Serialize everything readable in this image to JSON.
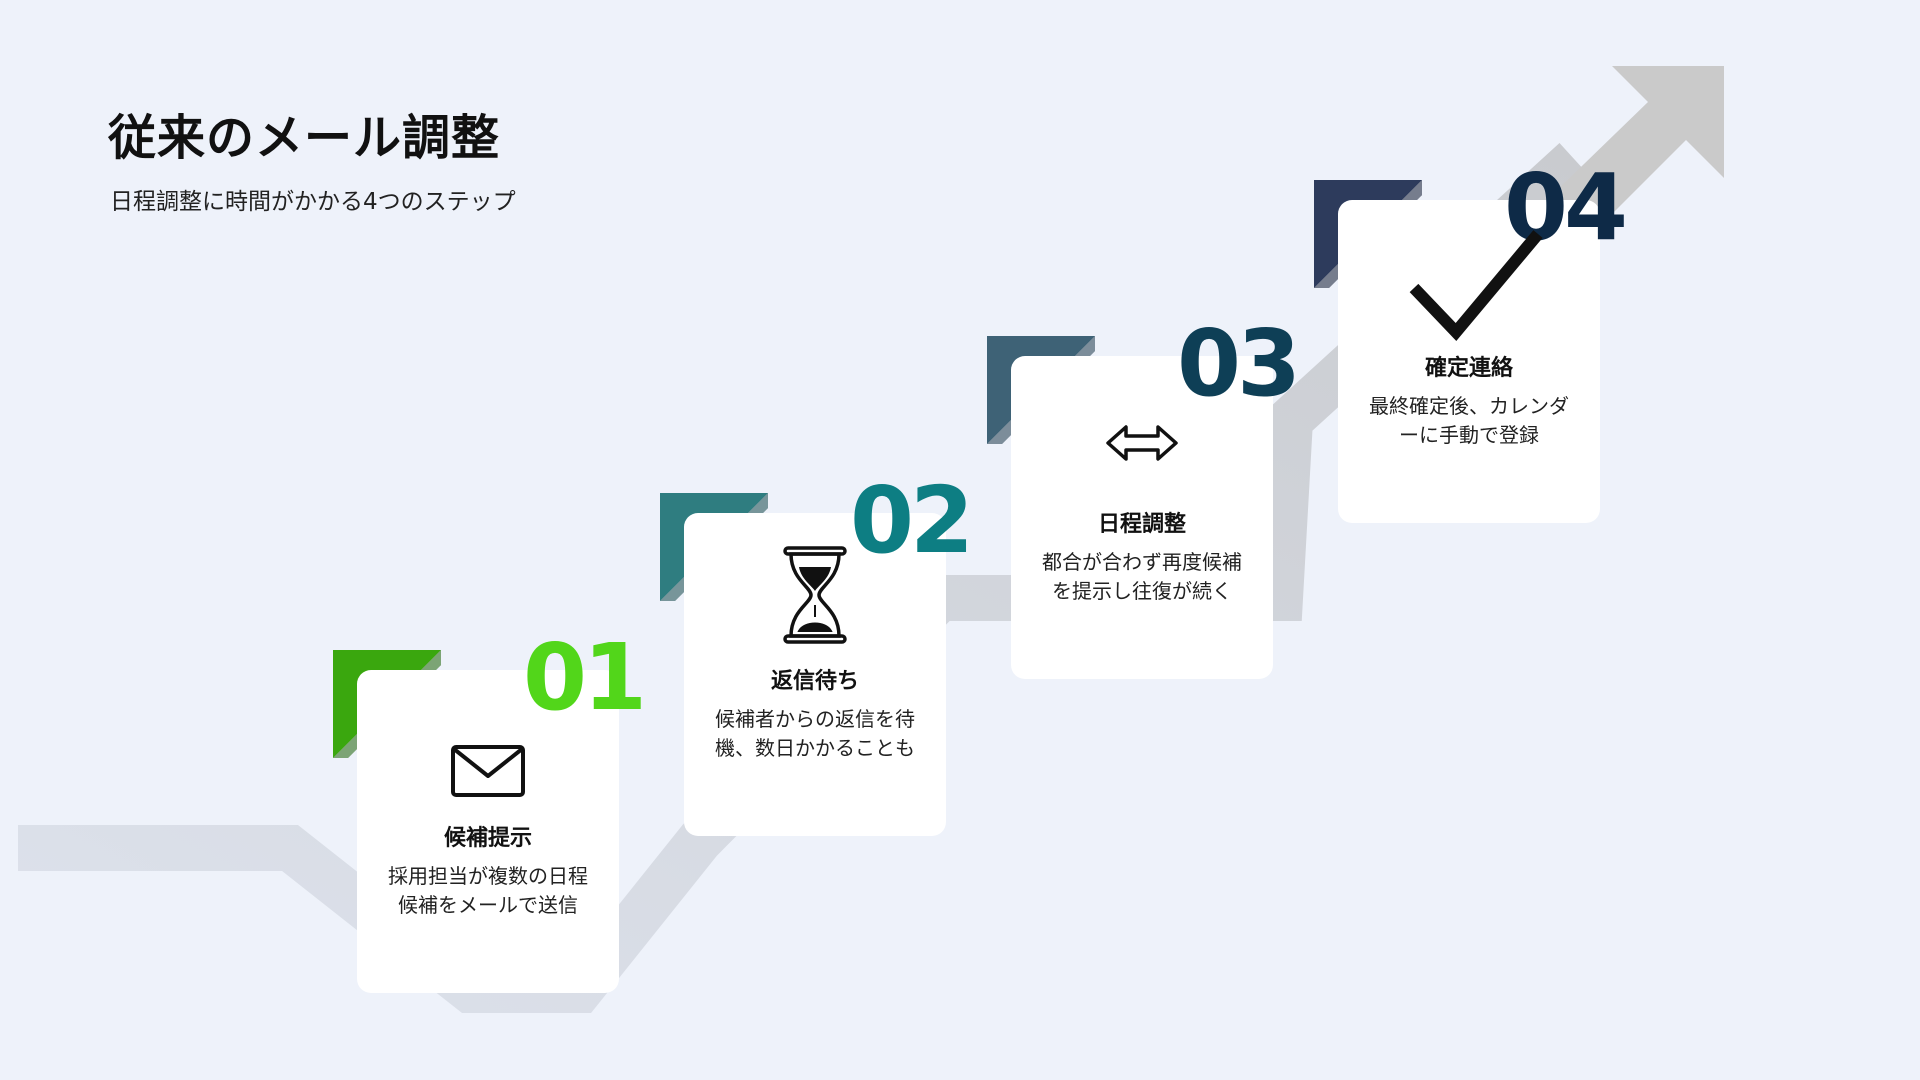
{
  "header": {
    "title": "従来のメール調整",
    "subtitle": "日程調整に時間がかかる4つのステップ"
  },
  "steps": [
    {
      "number": "01",
      "title": "候補提示",
      "description": "採用担当が複数の日程候補をメールで送信",
      "icon": "envelope-icon",
      "color": "#52d61a",
      "tab_color": "#3aa70e"
    },
    {
      "number": "02",
      "title": "返信待ち",
      "description": "候補者からの返信を待機、数日かかることも",
      "icon": "hourglass-icon",
      "color": "#0d7e83",
      "tab_color": "#2f7d80"
    },
    {
      "number": "03",
      "title": "日程調整",
      "description": "都合が合わず再度候補を提示し往復が続く",
      "icon": "double-arrow-icon",
      "color": "#0e3f56",
      "tab_color": "#3e6276"
    },
    {
      "number": "04",
      "title": "確定連絡",
      "description": "最終確定後、カレンダーに手動で登録",
      "icon": "checkmark-icon",
      "color": "#0e2a47",
      "tab_color": "#2d3b5c"
    }
  ]
}
